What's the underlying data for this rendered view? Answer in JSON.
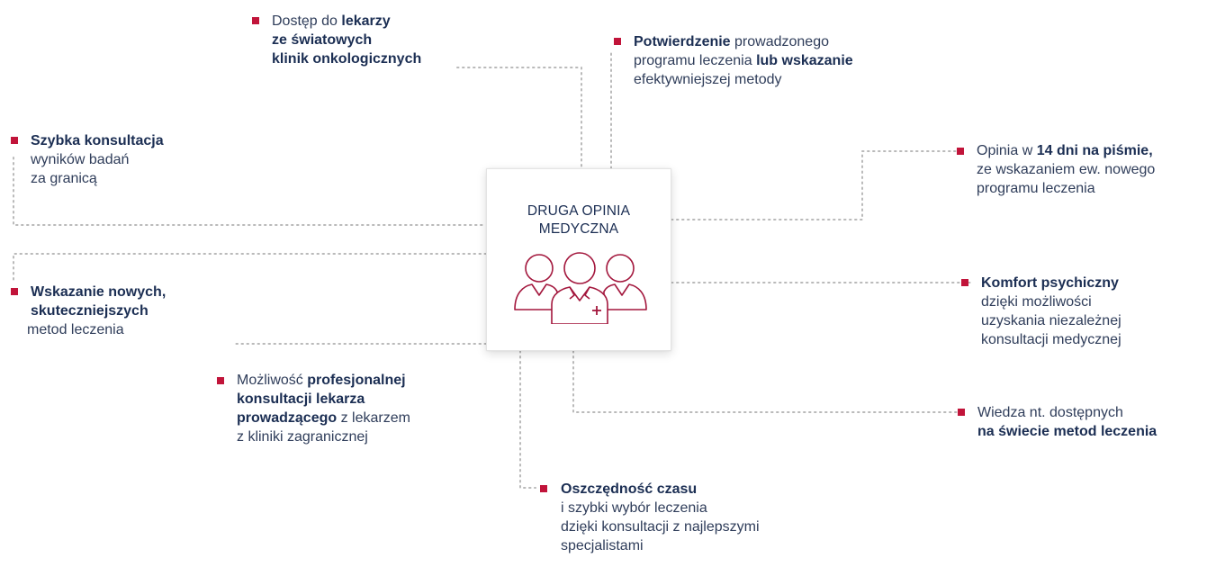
{
  "center": {
    "title_line1": "DRUGA OPINIA",
    "title_line2": "MEDYCZNA",
    "icon": "doctors-group-icon",
    "icon_color": "#a3173d"
  },
  "colors": {
    "bullet": "#c1143a",
    "heading": "#1b2e53",
    "text": "#2f3d5a",
    "connector": "#b9b9b9"
  },
  "items": {
    "dostep": {
      "t1": "Dostęp do ",
      "b1": "lekarzy",
      "b2": "ze światowych",
      "b3": "klinik onkologicznych"
    },
    "potwierdzenie": {
      "b1": "Potwierdzenie",
      "t1": " prowadzonego",
      "t2": "programu leczenia ",
      "b2": "lub wskazanie",
      "t3": "efektywniejszej metody"
    },
    "szybka": {
      "b1": "Szybka konsultacja",
      "t1": "wyników badań",
      "t2": "za granicą"
    },
    "opinia": {
      "t1": "Opinia w ",
      "b1": "14 dni na piśmie,",
      "t2": "ze wskazaniem ew. nowego",
      "t3": "programu leczenia"
    },
    "wskazanie": {
      "b1": "Wskazanie nowych,",
      "b2": "skuteczniejszych",
      "t1": "metod leczenia"
    },
    "komfort": {
      "b1": "Komfort psychiczny",
      "t1": "dzięki możliwości",
      "t2": "uzyskania niezależnej",
      "t3": "konsultacji medycznej"
    },
    "mozliwosc": {
      "t1": "Możliwość ",
      "b1": "profesjonalnej",
      "b2": "konsultacji lekarza",
      "b3": "prowadzącego",
      "t2": " z lekarzem",
      "t3": "z kliniki zagranicznej"
    },
    "wiedza": {
      "t1": "Wiedza nt. dostępnych",
      "b1": "na świecie metod leczenia"
    },
    "oszczednosc": {
      "b1": "Oszczędność czasu",
      "t1": "i szybki wybór leczenia",
      "t2": "dzięki konsultacji z najlepszymi",
      "t3": "specjalistami"
    }
  }
}
